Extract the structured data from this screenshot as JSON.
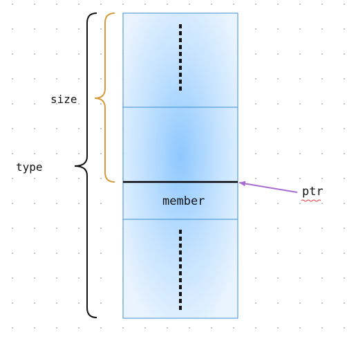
{
  "labels": {
    "size": "size",
    "type": "type",
    "member": "member",
    "ptr": "ptr"
  },
  "colors": {
    "background": "#ffffff",
    "grid_dot": "#9a9a9a",
    "block_border": "#3a8fd6",
    "block_fill_light": "#eaf4ff",
    "block_fill_center": "#8fc8ff",
    "size_brace": "#d79a3a",
    "type_brace": "#111111",
    "member_line": "#000000",
    "ptr_arrow": "#a56bd2",
    "ptr_underline": "#d23a3a"
  }
}
